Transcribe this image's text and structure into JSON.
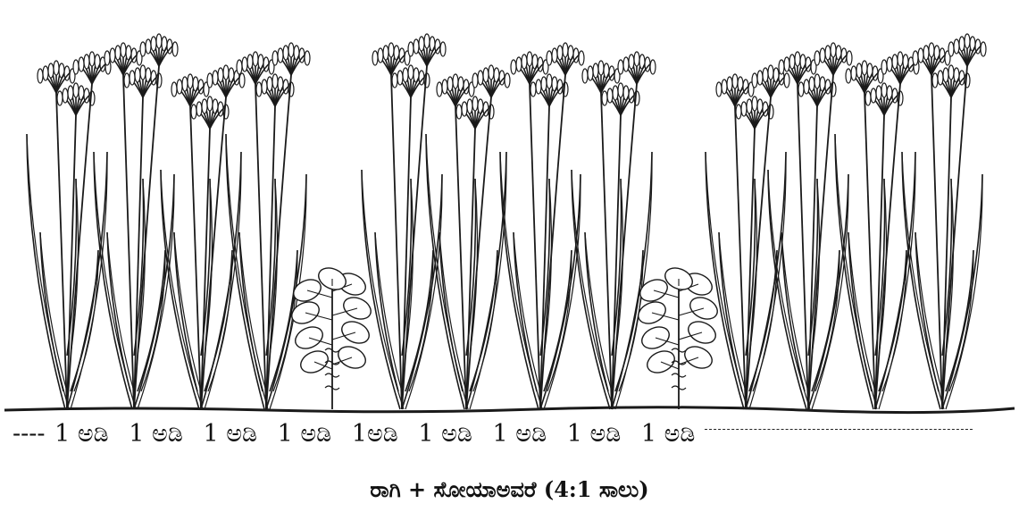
{
  "spacing_row": {
    "lead": "----",
    "segments": [
      "1 ಅಡಿ",
      "1 ಅಡಿ",
      "1 ಅಡಿ",
      "1 ಅಡಿ",
      "1ಅಡಿ",
      "1 ಅಡಿ",
      "1 ಅಡಿ",
      "1 ಅಡಿ",
      "1 ಅಡಿ"
    ]
  },
  "caption": "ರಾಗಿ + ಸೋಯಾಅವರೆ (4:1 ಸಾಲು)",
  "plants": {
    "layout": [
      "ragi",
      "ragi",
      "ragi",
      "ragi",
      "soybean",
      "ragi",
      "ragi",
      "ragi",
      "ragi",
      "soybean",
      "ragi",
      "ragi",
      "ragi",
      "ragi"
    ],
    "line_color": "#1a1a1a"
  }
}
